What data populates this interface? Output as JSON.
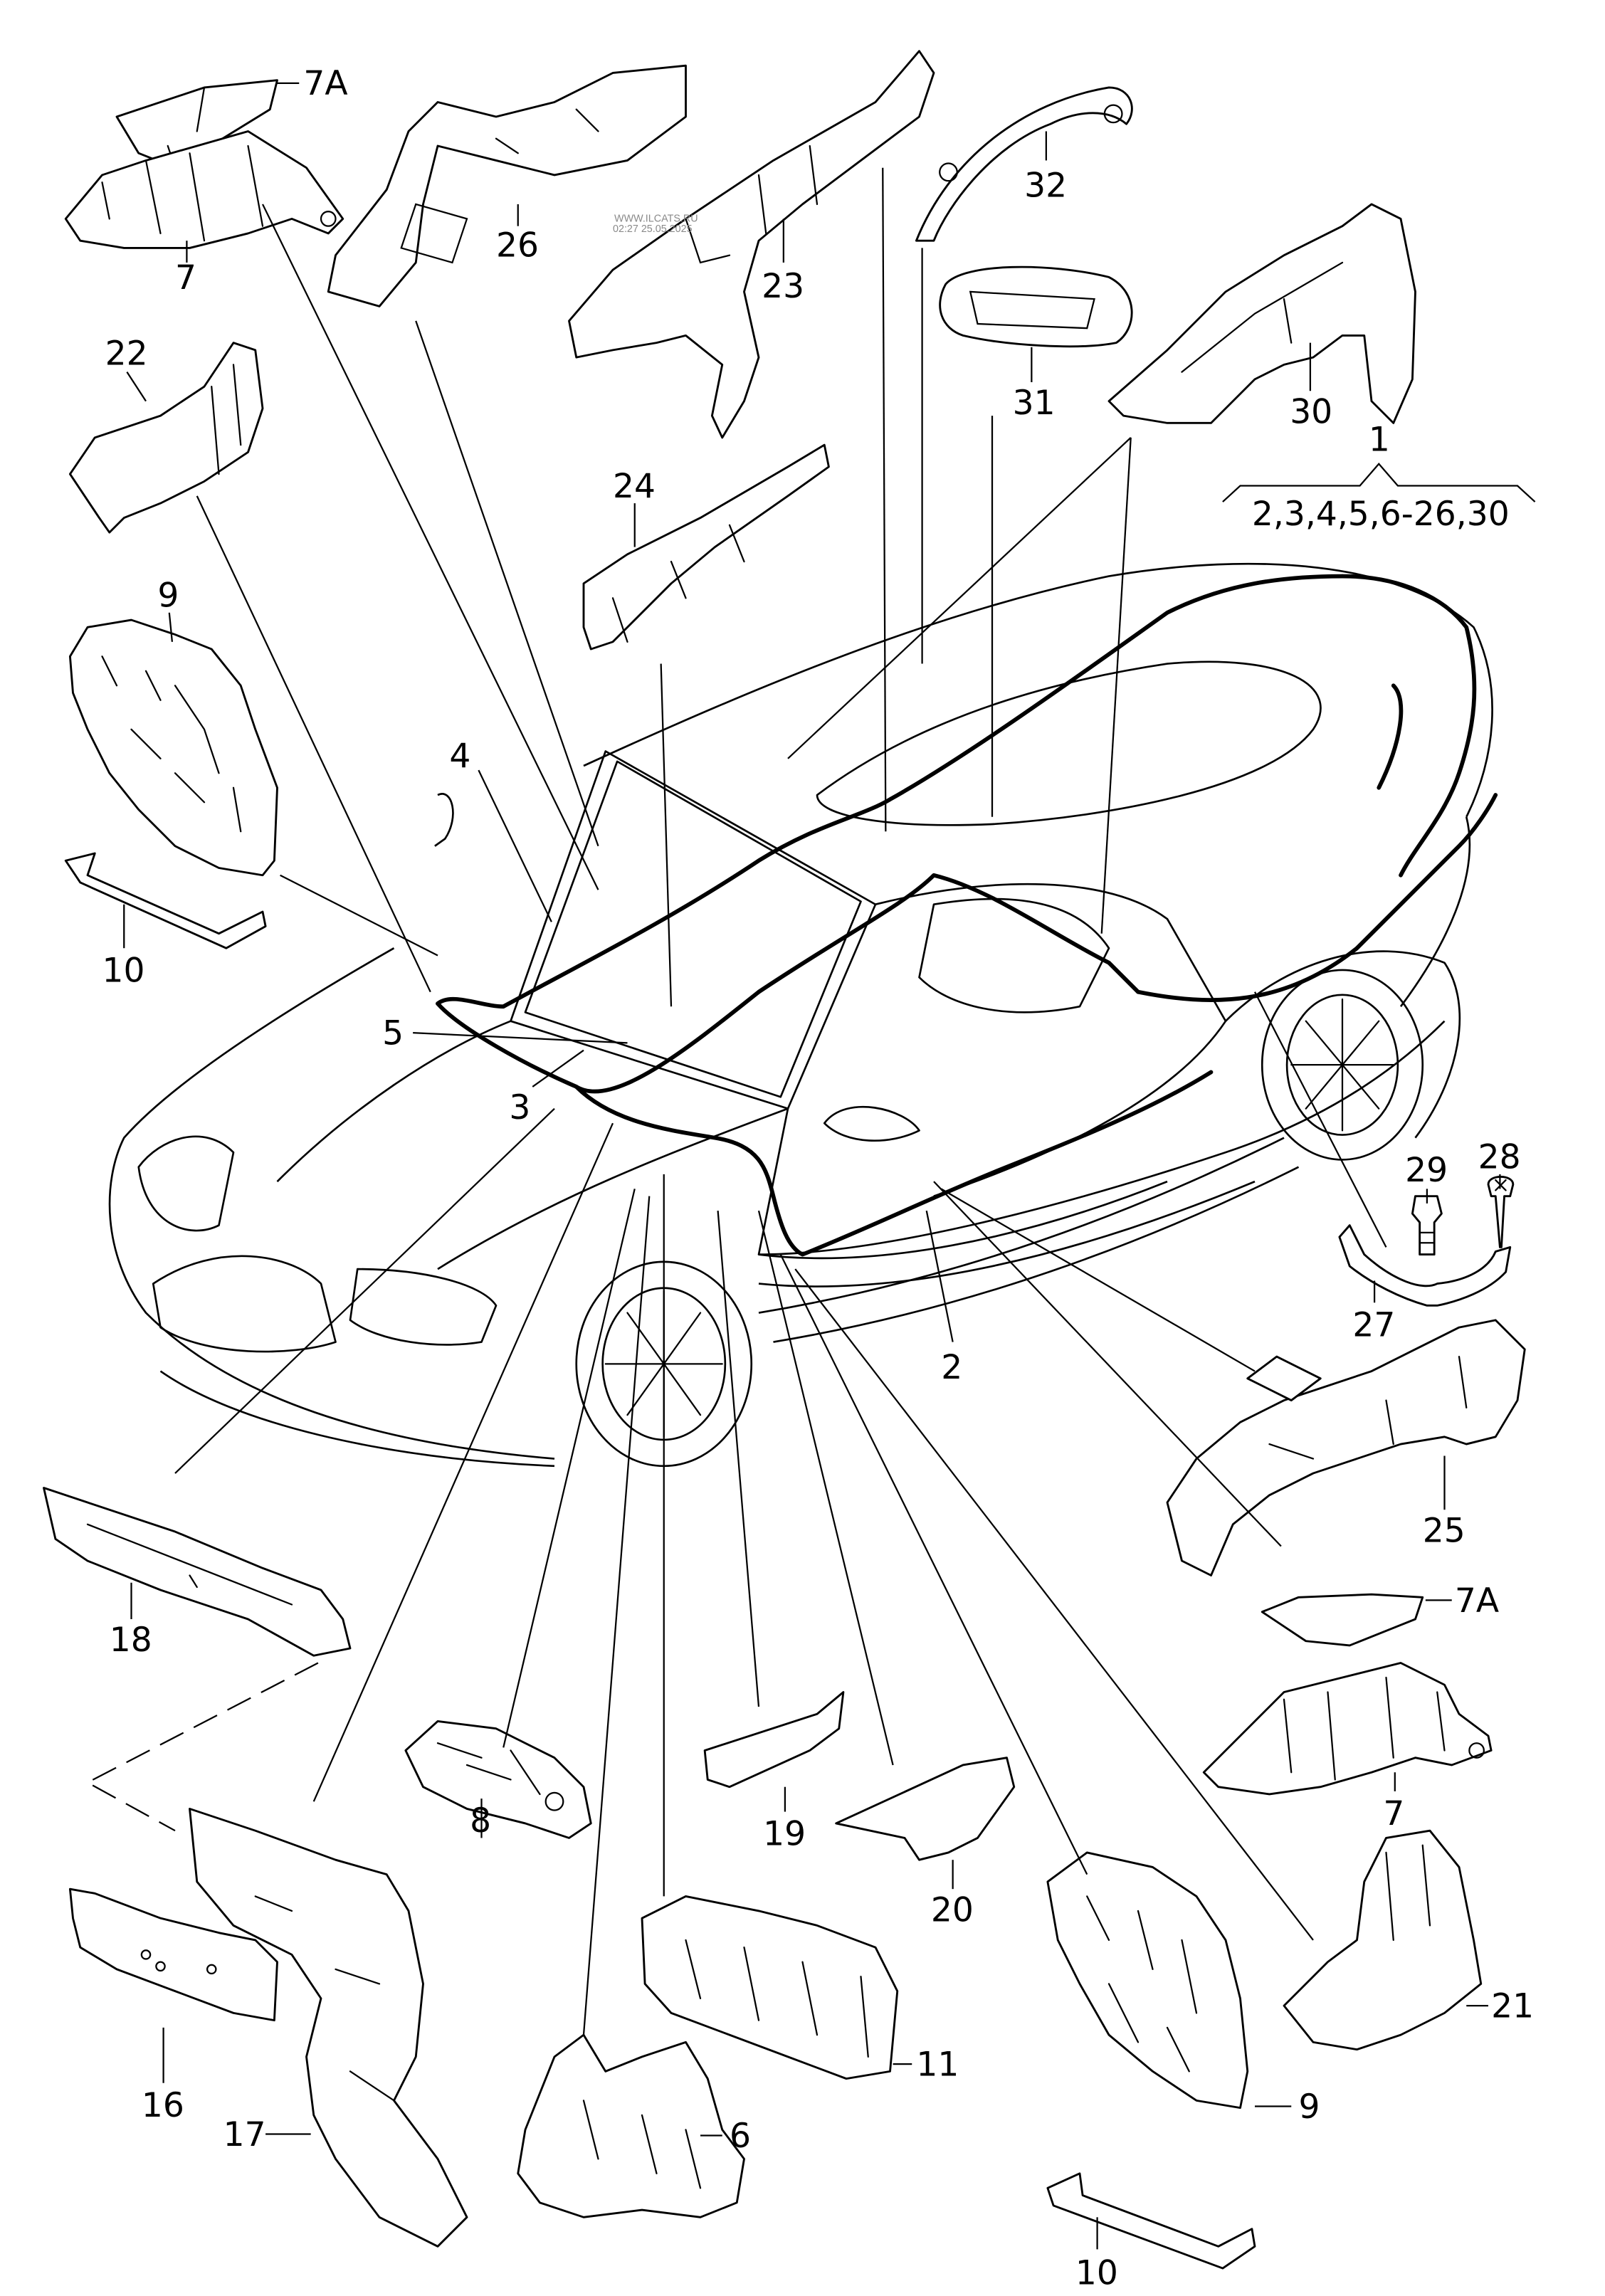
{
  "watermark": {
    "line1": "WWW.ILCATS.RU",
    "line2": "02:27 25.05.2025"
  },
  "assembly": {
    "label": "1",
    "includes": "2,3,4,5,6-26,30"
  },
  "callouts": [
    {
      "id": "7A-top",
      "label": "7A"
    },
    {
      "id": "7-top",
      "label": "7"
    },
    {
      "id": "26",
      "label": "26"
    },
    {
      "id": "23",
      "label": "23"
    },
    {
      "id": "32",
      "label": "32"
    },
    {
      "id": "31",
      "label": "31"
    },
    {
      "id": "30",
      "label": "30"
    },
    {
      "id": "22",
      "label": "22"
    },
    {
      "id": "24",
      "label": "24"
    },
    {
      "id": "9-left",
      "label": "9"
    },
    {
      "id": "10-left",
      "label": "10"
    },
    {
      "id": "4",
      "label": "4"
    },
    {
      "id": "5",
      "label": "5"
    },
    {
      "id": "3",
      "label": "3"
    },
    {
      "id": "2",
      "label": "2"
    },
    {
      "id": "29",
      "label": "29"
    },
    {
      "id": "28",
      "label": "28"
    },
    {
      "id": "27",
      "label": "27"
    },
    {
      "id": "25",
      "label": "25"
    },
    {
      "id": "7A-right",
      "label": "7A"
    },
    {
      "id": "7-right",
      "label": "7"
    },
    {
      "id": "18",
      "label": "18"
    },
    {
      "id": "19",
      "label": "19"
    },
    {
      "id": "20",
      "label": "20"
    },
    {
      "id": "8",
      "label": "8"
    },
    {
      "id": "21",
      "label": "21"
    },
    {
      "id": "16",
      "label": "16"
    },
    {
      "id": "11",
      "label": "11"
    },
    {
      "id": "9-right",
      "label": "9"
    },
    {
      "id": "17",
      "label": "17"
    },
    {
      "id": "6",
      "label": "6"
    },
    {
      "id": "10-right",
      "label": "10"
    }
  ]
}
